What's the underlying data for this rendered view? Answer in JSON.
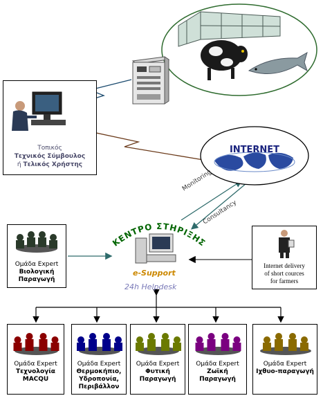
{
  "local_user": {
    "line1": "Τοπικός",
    "line2": "Τεχνικός Σύμβουλος",
    "line3_prefix": "ή",
    "line3": "Τελικός Χρήστης"
  },
  "internet": {
    "label": "INTERNET"
  },
  "arrows": {
    "monitoring": "Monitoring",
    "consultancy": "Consultancy"
  },
  "center": {
    "title": "ΚΕΝΤΡΟ ΣΤΗΡΙΞΗΣ",
    "esupport": "e-Support",
    "helpdesk": "24h Helpdesk"
  },
  "bio_group": {
    "line1": "Ομάδα Expert",
    "line2": "Βιολογική",
    "line3": "Παραγωγή"
  },
  "delivery": {
    "line1": "Internet delivery",
    "line2": "of short cources",
    "line3": "for farmers"
  },
  "groups": [
    {
      "line1": "Ομάδα Expert",
      "line2": "Τεχνολογία",
      "line3": "MACQU",
      "line4": "",
      "color": "#8b0000"
    },
    {
      "line1": "Ομάδα Expert",
      "line2": "Θερμοκήπιο,",
      "line3": "Υδροπονία,",
      "line4": "Περιβάλλον",
      "color": "#00008b"
    },
    {
      "line1": "Ομάδα Expert",
      "line2": "Φυτική",
      "line3": "Παραγωγή",
      "line4": "",
      "color": "#6b7a00"
    },
    {
      "line1": "Ομάδα Expert",
      "line2": "Ζωϊκή",
      "line3": "Παραγωγή",
      "line4": "",
      "color": "#7a0080"
    },
    {
      "line1": "Ομάδα Expert",
      "line2": "Ιχθυο-παραγωγή",
      "line3": "",
      "line4": "",
      "color": "#8a6a00"
    }
  ],
  "colors": {
    "ellipse_border": "#2e6b2e",
    "internet_text": "#1a237e",
    "center_text": "#006400",
    "esupport": "#cc8800",
    "helpdesk": "#7a7ab8",
    "link_blue": "#1a4a6e",
    "link_brown": "#6b3a1a",
    "arrow_teal": "#2e6b6b",
    "bio_people": "#2a3a2a"
  }
}
